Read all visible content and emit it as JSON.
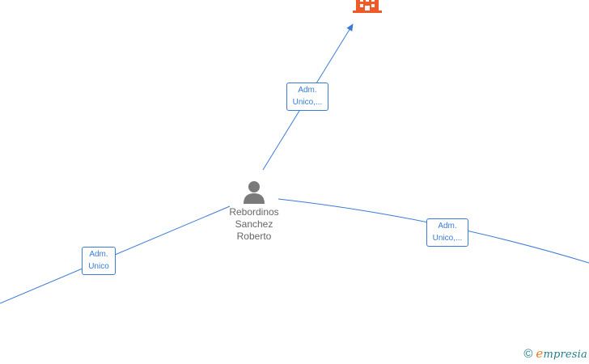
{
  "colors": {
    "edge": "#3a7bd5",
    "person_icon": "#7a7a7a",
    "company_icon": "#f05a28",
    "watermark": "#1f7f8c",
    "watermark_accent": "#e87a1e"
  },
  "person": {
    "name_lines": [
      "Rebordinos",
      "Sanchez",
      "Roberto"
    ],
    "icon": "person-icon"
  },
  "company": {
    "icon": "building-icon"
  },
  "edges": [
    {
      "label_lines": [
        "Adm.",
        "Unico,..."
      ],
      "direction": "to-company"
    },
    {
      "label_lines": [
        "Adm.",
        "Unico"
      ],
      "direction": "to-left"
    },
    {
      "label_lines": [
        "Adm.",
        "Unico,..."
      ],
      "direction": "to-right"
    }
  ],
  "watermark": {
    "symbol": "©",
    "brand_initial": "e",
    "brand_rest": "mpresia"
  }
}
